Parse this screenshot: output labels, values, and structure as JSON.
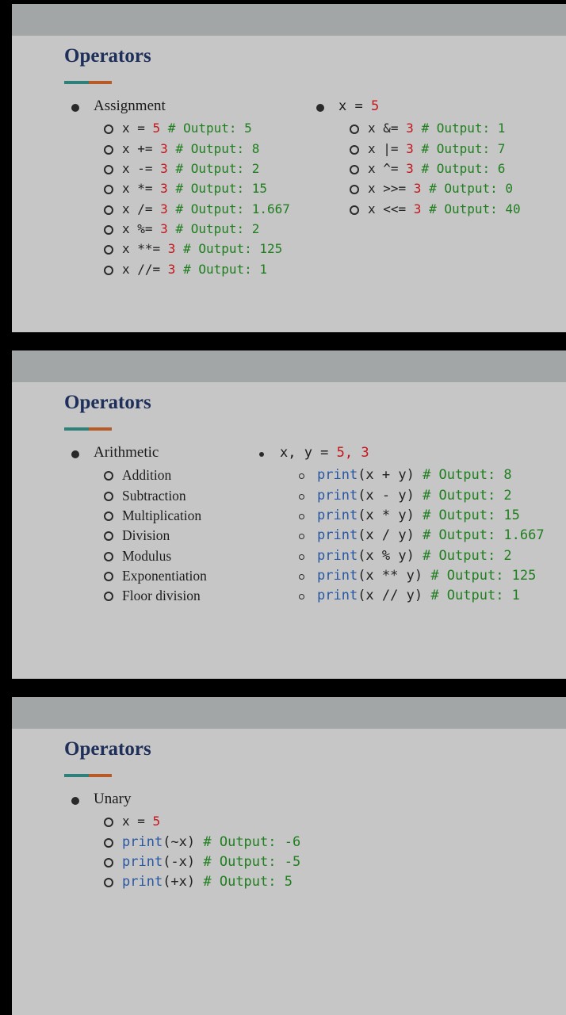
{
  "slides": [
    {
      "title": "Operators",
      "left": {
        "heading": "Assignment",
        "items": [
          {
            "code": "x = ",
            "num": "5",
            "comment": " # Output: 5"
          },
          {
            "code": "x += ",
            "num": "3",
            "comment": " # Output: 8"
          },
          {
            "code": "x -= ",
            "num": "3",
            "comment": " # Output: 2"
          },
          {
            "code": "x *= ",
            "num": "3",
            "comment": " # Output: 15"
          },
          {
            "code": "x /= ",
            "num": "3",
            "comment": " # Output: 1.667"
          },
          {
            "code": "x %= ",
            "num": "3",
            "comment": " # Output: 2"
          },
          {
            "code": "x **= ",
            "num": "3",
            "comment": " # Output: 125"
          },
          {
            "code": "x //= ",
            "num": "3",
            "comment": " # Output: 1"
          }
        ]
      },
      "right": {
        "heading_code": "x = ",
        "heading_num": "5",
        "items": [
          {
            "code": "x &= ",
            "num": "3",
            "comment": " # Output: 1"
          },
          {
            "code": "x |= ",
            "num": "3",
            "comment": " # Output: 7"
          },
          {
            "code": "x ^= ",
            "num": "3",
            "comment": " # Output: 6"
          },
          {
            "code": "x >>= ",
            "num": "3",
            "comment": " # Output: 0"
          },
          {
            "code": "x <<= ",
            "num": "3",
            "comment": " # Output: 40"
          }
        ]
      }
    },
    {
      "title": "Operators",
      "left": {
        "heading": "Arithmetic",
        "items": [
          "Addition",
          "Subtraction",
          "Multiplication",
          "Division",
          "Modulus",
          "Exponentiation",
          "Floor division"
        ]
      },
      "right": {
        "heading_code": "x, y = ",
        "heading_num": "5, 3",
        "items": [
          {
            "kw": "print",
            "code": "(x + y)",
            "comment": " # Output: 8"
          },
          {
            "kw": "print",
            "code": "(x - y)",
            "comment": " # Output: 2"
          },
          {
            "kw": "print",
            "code": "(x * y)",
            "comment": " # Output: 15"
          },
          {
            "kw": "print",
            "code": "(x / y)",
            "comment": " # Output: 1.667"
          },
          {
            "kw": "print",
            "code": "(x % y)",
            "comment": " # Output: 2"
          },
          {
            "kw": "print",
            "code": "(x ** y)",
            "comment": " # Output: 125"
          },
          {
            "kw": "print",
            "code": "(x // y)",
            "comment": " # Output: 1"
          }
        ]
      }
    },
    {
      "title": "Operators",
      "left": {
        "heading": "Unary",
        "first": {
          "code": "x = ",
          "num": "5"
        },
        "items": [
          {
            "kw": "print",
            "code": "(~x)",
            "comment": " # Output: -6"
          },
          {
            "kw": "print",
            "code": "(-x)",
            "comment": " # Output: -5"
          },
          {
            "kw": "print",
            "code": "(+x)",
            "comment": " # Output: 5"
          }
        ]
      }
    }
  ],
  "colors": {
    "title": "#1e2f5a",
    "number": "#c4151c",
    "comment": "#1f7f1f",
    "keyword": "#2857a3"
  }
}
